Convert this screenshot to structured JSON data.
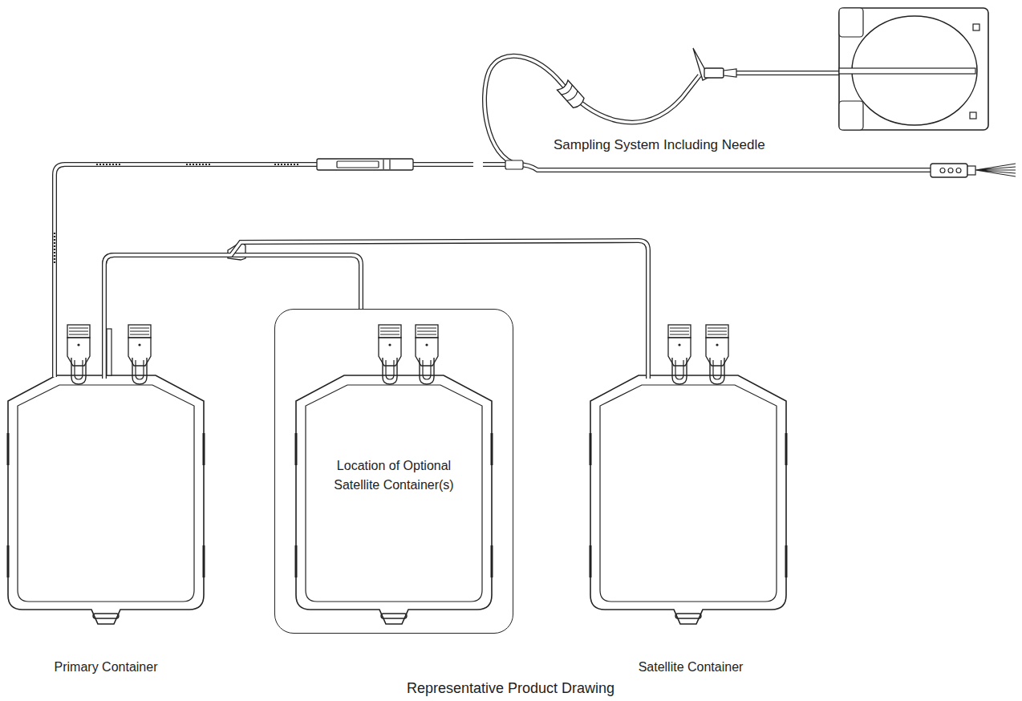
{
  "diagram": {
    "caption": "Representative Product Drawing",
    "nodes": [
      {
        "text": [
          "Primary Container"
        ]
      },
      {
        "text": [
          "Location of Optional Satellite Container(s)"
        ]
      },
      {
        "text": [
          "Satellite Container"
        ]
      }
    ],
    "edges": [
      {
        "from": 0,
        "to": 1,
        "arrow": "none"
      },
      {
        "from": 0,
        "to": 2,
        "arrow": "none"
      }
    ],
    "labels": [
      "Sampling System Including Needle"
    ]
  }
}
